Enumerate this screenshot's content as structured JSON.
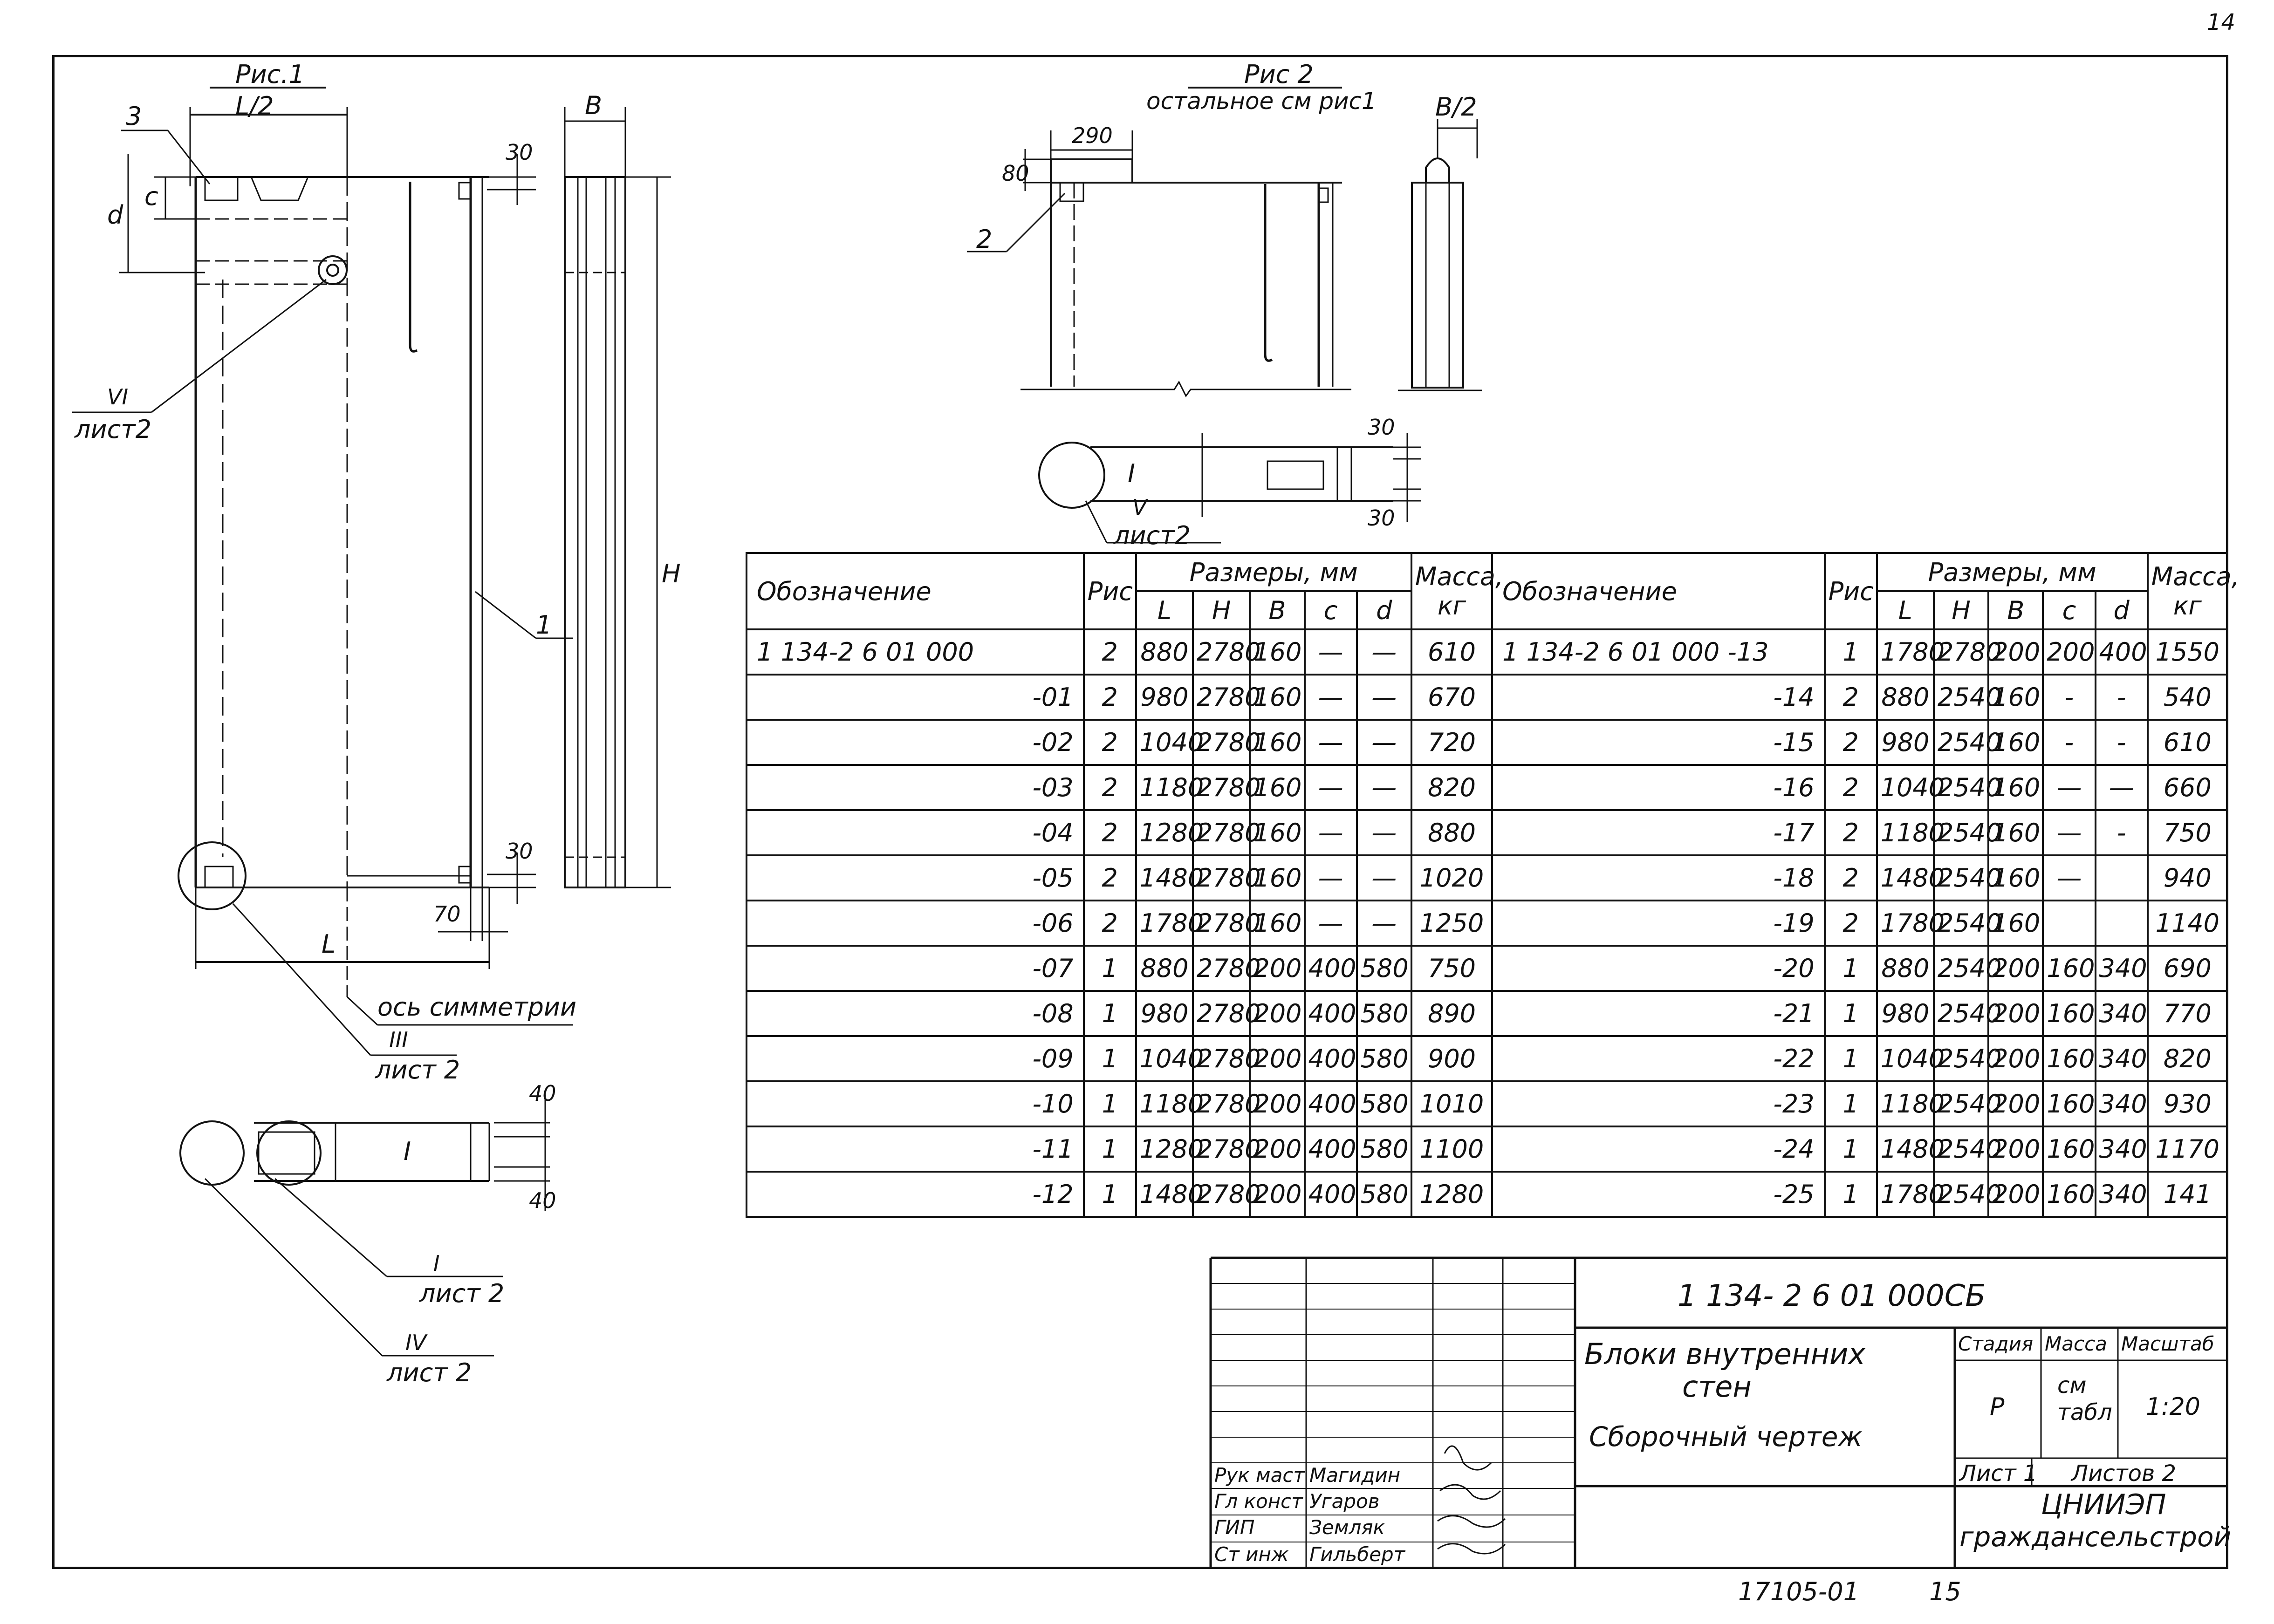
{
  "page_number": "14",
  "footer": {
    "inventory": "17105-01",
    "sheet_ref": "15"
  },
  "fig1": {
    "title": "Рис.1",
    "dim_half_length": "L/2",
    "dim_length": "L",
    "dim_width": "B",
    "dim_height": "H",
    "dim_c": "c",
    "dim_d": "d",
    "dim_30_top": "30",
    "dim_30_bottom": "30",
    "dim_70": "70",
    "callout_3": "3",
    "callout_1": "1",
    "ref_vi_num": "VI",
    "ref_vi_sheet": "лист2",
    "axis_note": "ось симметрии",
    "ref_iii_num": "III",
    "ref_iii_sheet": "лист 2",
    "section_dim_40_top": "40",
    "section_dim_40_bottom": "40",
    "section_mark": "I",
    "ref_i_num": "I",
    "ref_i_sheet": "лист 2",
    "ref_iv_num": "IV",
    "ref_iv_sheet": "лист 2"
  },
  "fig2": {
    "title": "Рис 2",
    "subtitle": "остальное см рис1",
    "dim_290": "290",
    "dim_80": "80",
    "dim_b_half": "B/2",
    "callout_2": "2",
    "section_mark": "I",
    "dim_30_top": "30",
    "dim_30_bottom": "30",
    "ref_v_num": "V",
    "ref_v_sheet": "лист2"
  },
  "spec_table": {
    "headers": {
      "designation": "Обозначение",
      "fig": "Рис",
      "sizes_group": "Размеры, мм",
      "L": "L",
      "H": "H",
      "B": "B",
      "c": "c",
      "d": "d",
      "mass_line1": "Масса,",
      "mass_line2": "кг"
    },
    "rows_left": [
      {
        "des": "1 134-2 6 01 000",
        "fig": "2",
        "L": "880",
        "H": "2780",
        "B": "160",
        "c": "—",
        "d": "—",
        "mass": "610"
      },
      {
        "des": "-01",
        "fig": "2",
        "L": "980",
        "H": "2780",
        "B": "160",
        "c": "—",
        "d": "—",
        "mass": "670"
      },
      {
        "des": "-02",
        "fig": "2",
        "L": "1040",
        "H": "2780",
        "B": "160",
        "c": "—",
        "d": "—",
        "mass": "720"
      },
      {
        "des": "-03",
        "fig": "2",
        "L": "1180",
        "H": "2780",
        "B": "160",
        "c": "—",
        "d": "—",
        "mass": "820"
      },
      {
        "des": "-04",
        "fig": "2",
        "L": "1280",
        "H": "2780",
        "B": "160",
        "c": "—",
        "d": "—",
        "mass": "880"
      },
      {
        "des": "-05",
        "fig": "2",
        "L": "1480",
        "H": "2780",
        "B": "160",
        "c": "—",
        "d": "—",
        "mass": "1020"
      },
      {
        "des": "-06",
        "fig": "2",
        "L": "1780",
        "H": "2780",
        "B": "160",
        "c": "—",
        "d": "—",
        "mass": "1250"
      },
      {
        "des": "-07",
        "fig": "1",
        "L": "880",
        "H": "2780",
        "B": "200",
        "c": "400",
        "d": "580",
        "mass": "750"
      },
      {
        "des": "-08",
        "fig": "1",
        "L": "980",
        "H": "2780",
        "B": "200",
        "c": "400",
        "d": "580",
        "mass": "890"
      },
      {
        "des": "-09",
        "fig": "1",
        "L": "1040",
        "H": "2780",
        "B": "200",
        "c": "400",
        "d": "580",
        "mass": "900"
      },
      {
        "des": "-10",
        "fig": "1",
        "L": "1180",
        "H": "2780",
        "B": "200",
        "c": "400",
        "d": "580",
        "mass": "1010"
      },
      {
        "des": "-11",
        "fig": "1",
        "L": "1280",
        "H": "2780",
        "B": "200",
        "c": "400",
        "d": "580",
        "mass": "1100"
      },
      {
        "des": "-12",
        "fig": "1",
        "L": "1480",
        "H": "2780",
        "B": "200",
        "c": "400",
        "d": "580",
        "mass": "1280"
      }
    ],
    "rows_right": [
      {
        "des": "1 134-2 6 01 000   -13",
        "fig": "1",
        "L": "1780",
        "H": "2780",
        "B": "200",
        "c": "200",
        "d": "400",
        "mass": "1550"
      },
      {
        "des": "-14",
        "fig": "2",
        "L": "880",
        "H": "2540",
        "B": "160",
        "c": "-",
        "d": "-",
        "mass": "540"
      },
      {
        "des": "-15",
        "fig": "2",
        "L": "980",
        "H": "2540",
        "B": "160",
        "c": "-",
        "d": "-",
        "mass": "610"
      },
      {
        "des": "-16",
        "fig": "2",
        "L": "1040",
        "H": "2540",
        "B": "160",
        "c": "—",
        "d": "—",
        "mass": "660"
      },
      {
        "des": "-17",
        "fig": "2",
        "L": "1180",
        "H": "2540",
        "B": "160",
        "c": "—",
        "d": "-",
        "mass": "750"
      },
      {
        "des": "-18",
        "fig": "2",
        "L": "1480",
        "H": "2540",
        "B": "160",
        "c": "—",
        "d": "",
        "mass": "940"
      },
      {
        "des": "-19",
        "fig": "2",
        "L": "1780",
        "H": "2540",
        "B": "160",
        "c": "",
        "d": "",
        "mass": "1140"
      },
      {
        "des": "-20",
        "fig": "1",
        "L": "880",
        "H": "2540",
        "B": "200",
        "c": "160",
        "d": "340",
        "mass": "690"
      },
      {
        "des": "-21",
        "fig": "1",
        "L": "980",
        "H": "2540",
        "B": "200",
        "c": "160",
        "d": "340",
        "mass": "770"
      },
      {
        "des": "-22",
        "fig": "1",
        "L": "1040",
        "H": "2540",
        "B": "200",
        "c": "160",
        "d": "340",
        "mass": "820"
      },
      {
        "des": "-23",
        "fig": "1",
        "L": "1180",
        "H": "2540",
        "B": "200",
        "c": "160",
        "d": "340",
        "mass": "930"
      },
      {
        "des": "-24",
        "fig": "1",
        "L": "1480",
        "H": "2540",
        "B": "200",
        "c": "160",
        "d": "340",
        "mass": "1170"
      },
      {
        "des": "-25",
        "fig": "1",
        "L": "1780",
        "H": "2540",
        "B": "200",
        "c": "160",
        "d": "340",
        "mass": "141"
      }
    ]
  },
  "title_block": {
    "doc_code": "1 134- 2 6 01 000СБ",
    "name_line1": "Блоки внутренних",
    "name_line2": "стен",
    "name_line3": "Сборочный  чертеж",
    "stage_label": "Стадия",
    "stage_value": "Р",
    "mass_label": "Масса",
    "mass_value_line1": "см",
    "mass_value_line2": "табл",
    "scale_label": "Масштаб",
    "scale_value": "1:20",
    "sheet_label": "Лист 1",
    "sheets_label": "Листов 2",
    "org_line1": "ЦНИИЭП",
    "org_line2": "граждансельстрой",
    "signers": [
      {
        "role": "Рук маст",
        "name": "Магидин"
      },
      {
        "role": "Гл конст",
        "name": "Угаров"
      },
      {
        "role": "ГИП",
        "name": "Земляк"
      },
      {
        "role": "Ст инж",
        "name": "Гильберт"
      }
    ]
  }
}
